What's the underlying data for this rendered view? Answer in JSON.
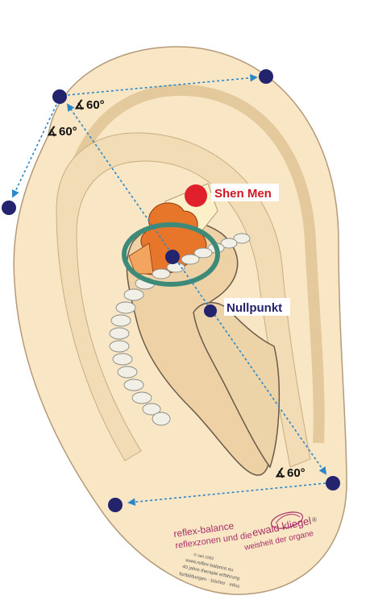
{
  "labels": {
    "shen_men": "Shen Men",
    "nullpunkt": "Nullpunkt",
    "angle_1": "60°",
    "angle_2": "60°",
    "angle_3": "60°",
    "angle_symbol": "∡"
  },
  "branding": {
    "name_left": "reflex-balance",
    "tagline_left": "reflexzonen und die",
    "since": "© seit 1992",
    "url": "www.reflex-balance.eu",
    "experience": "40 jahre therapie erfahrung",
    "services": "fortbildungen · bücher · infos",
    "name_right": "ewald kliegel",
    "registered": "®",
    "tagline_right": "weisheit der organe"
  },
  "colors": {
    "ear_fill": "#f8e6c4",
    "ear_shade": "#ecd3a8",
    "concha_fill": "#eed2a6",
    "outline": "#6a5a4a",
    "point_navy": "#23236e",
    "shen_men_red": "#e0202a",
    "ring_green": "#3e8a78",
    "guide_line": "#2a88c8",
    "brand_magenta": "#a8306a",
    "spine_fill": "#f2f0e6",
    "organ_orange": "#e8762a"
  }
}
